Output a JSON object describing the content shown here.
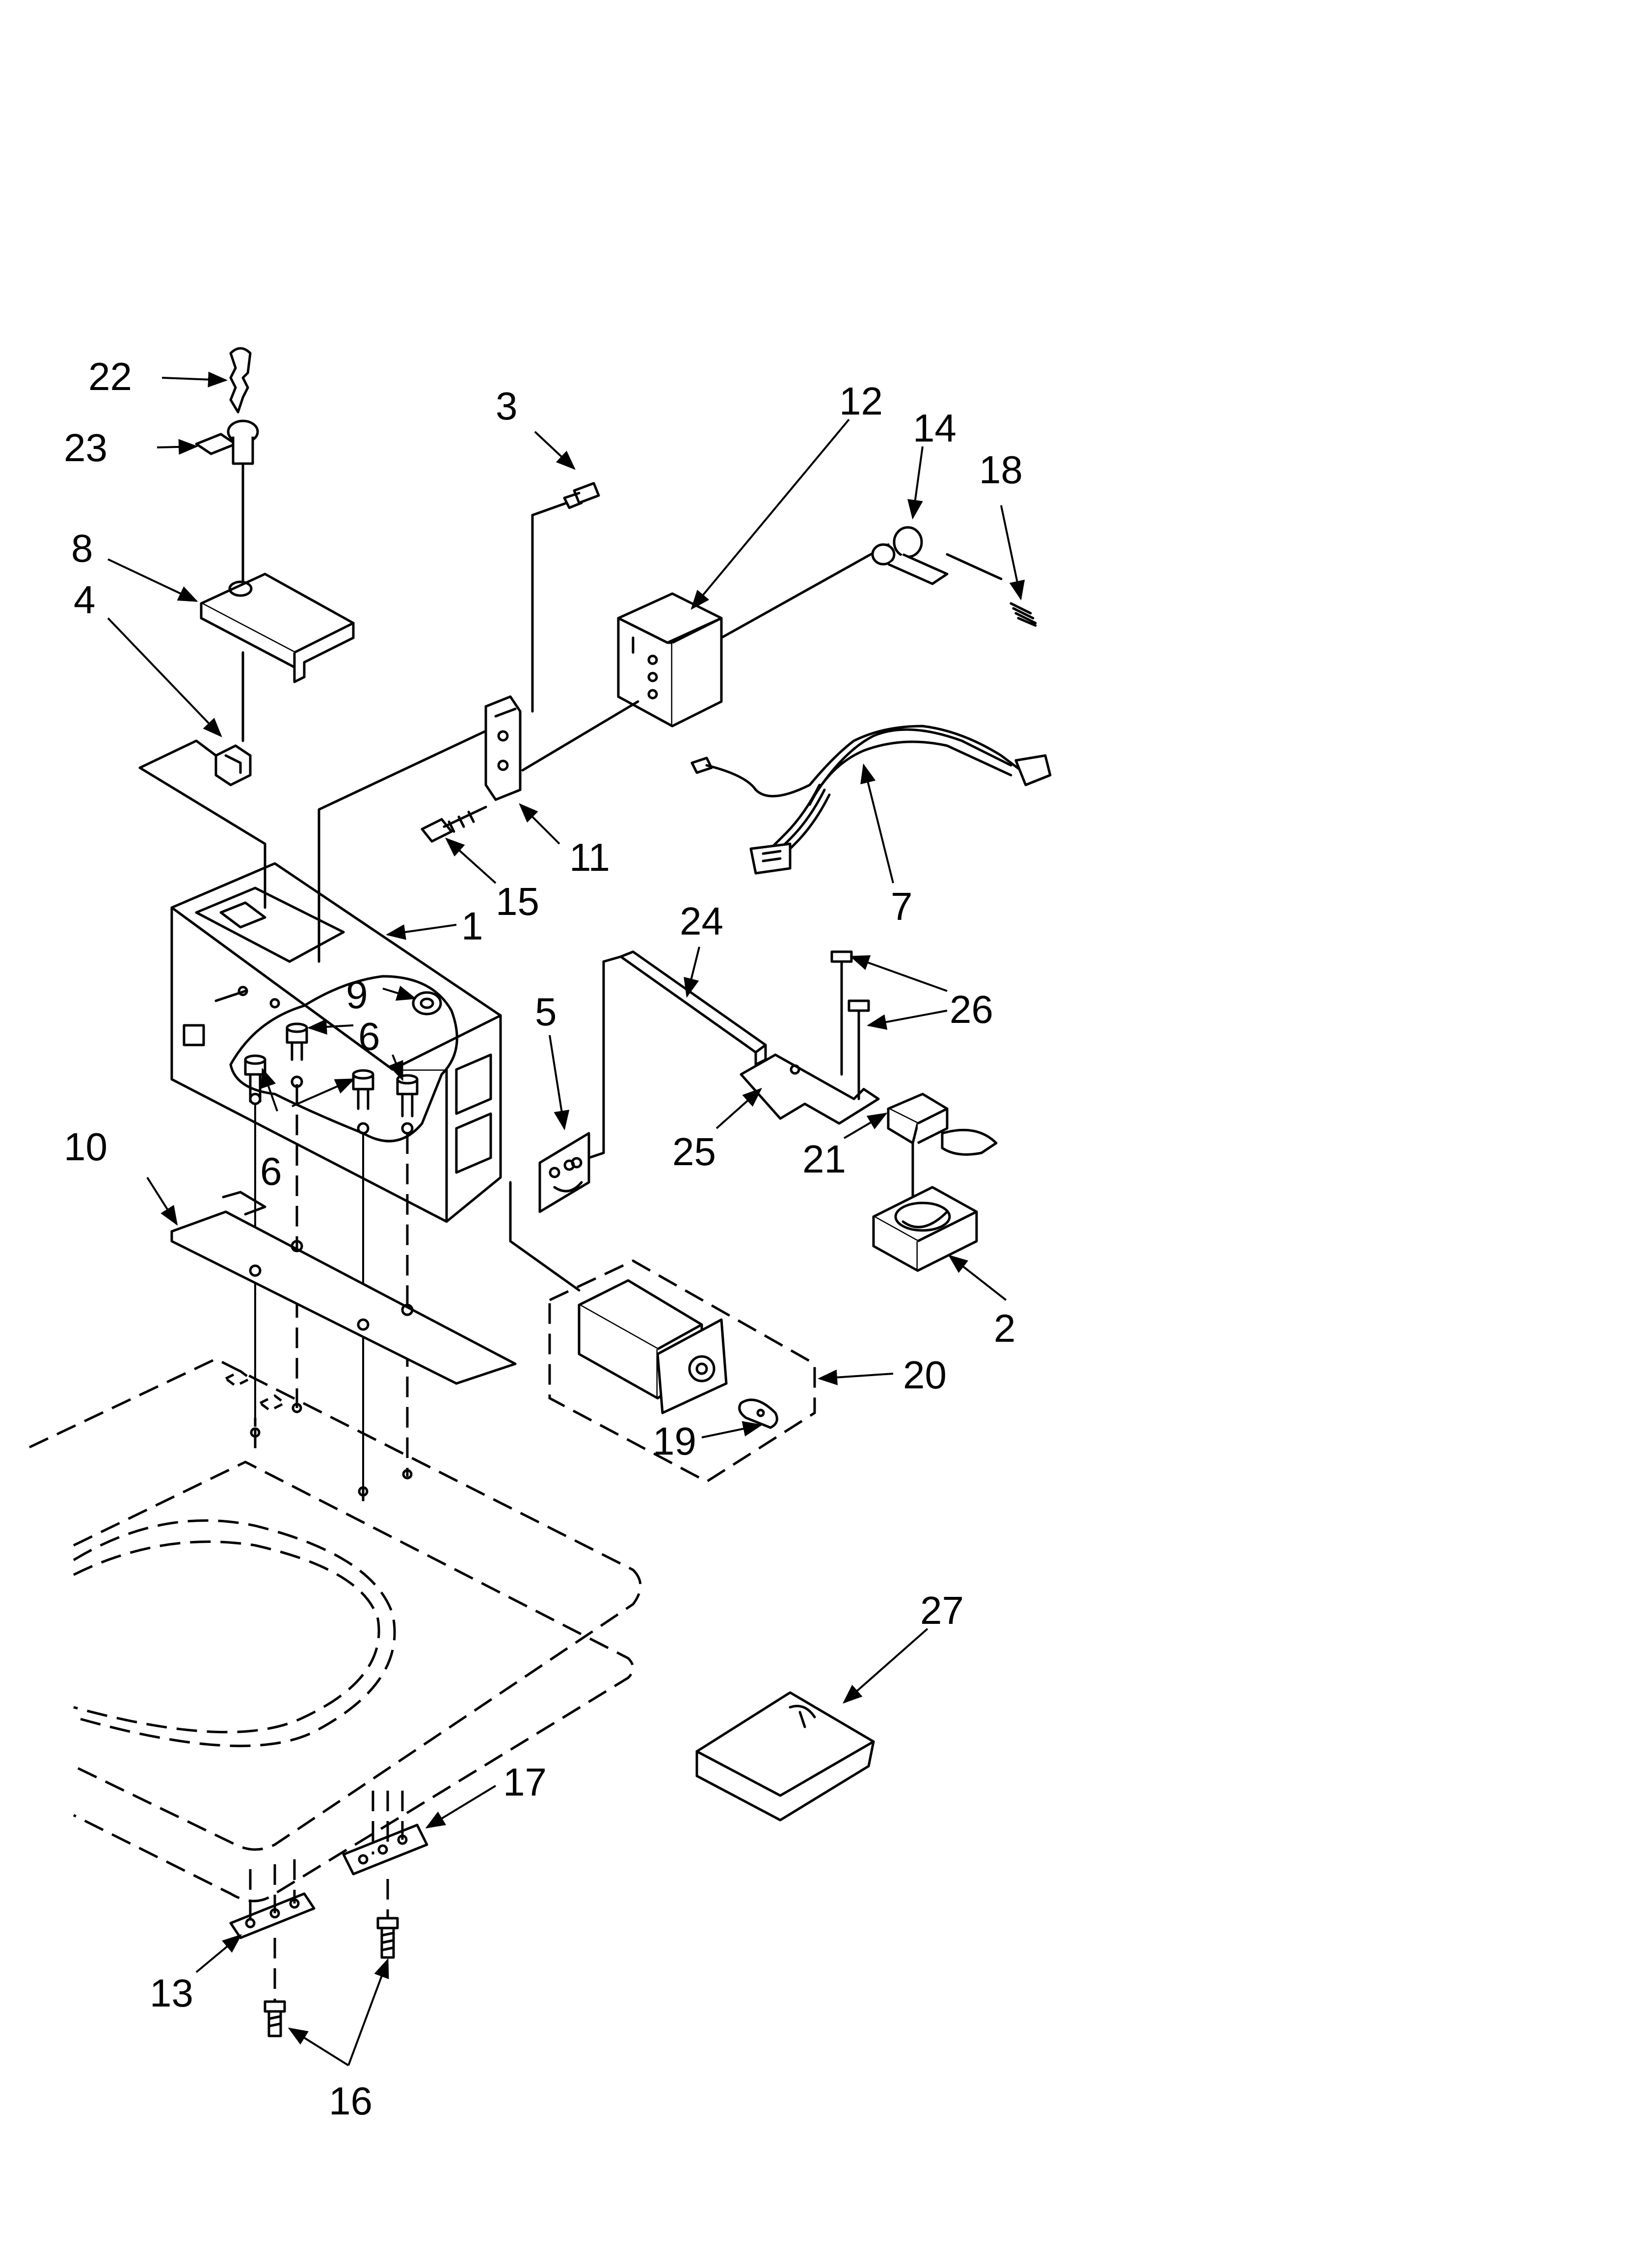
{
  "callouts": [
    {
      "id": "c1",
      "text": "1"
    },
    {
      "id": "c2",
      "text": "2"
    },
    {
      "id": "c3",
      "text": "3"
    },
    {
      "id": "c4",
      "text": "4"
    },
    {
      "id": "c5",
      "text": "5"
    },
    {
      "id": "c6a",
      "text": "6"
    },
    {
      "id": "c6b",
      "text": "6"
    },
    {
      "id": "c7",
      "text": "7"
    },
    {
      "id": "c8",
      "text": "8"
    },
    {
      "id": "c9",
      "text": "9"
    },
    {
      "id": "c10",
      "text": "10"
    },
    {
      "id": "c11",
      "text": "11"
    },
    {
      "id": "c12",
      "text": "12"
    },
    {
      "id": "c13",
      "text": "13"
    },
    {
      "id": "c14",
      "text": "14"
    },
    {
      "id": "c15",
      "text": "15"
    },
    {
      "id": "c16",
      "text": "16"
    },
    {
      "id": "c17",
      "text": "17"
    },
    {
      "id": "c18",
      "text": "18"
    },
    {
      "id": "c19",
      "text": "19"
    },
    {
      "id": "c20",
      "text": "20"
    },
    {
      "id": "c21",
      "text": "21"
    },
    {
      "id": "c22",
      "text": "22"
    },
    {
      "id": "c23",
      "text": "23"
    },
    {
      "id": "c24",
      "text": "24"
    },
    {
      "id": "c25",
      "text": "25"
    },
    {
      "id": "c26",
      "text": "26"
    },
    {
      "id": "c27",
      "text": "27"
    }
  ]
}
